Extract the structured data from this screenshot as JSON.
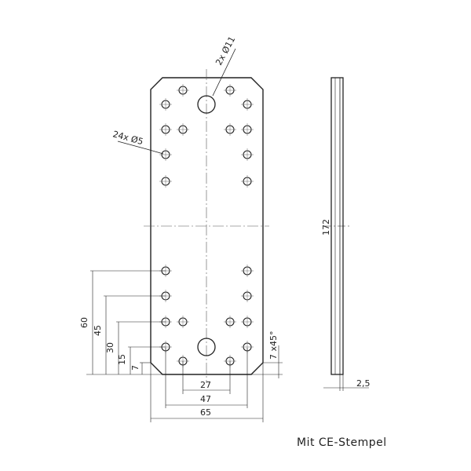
{
  "drawing": {
    "labels": {
      "hole_large": "2x Ø11",
      "hole_small": "24x Ø5",
      "dim_172": "172",
      "dim_2_5": "2,5",
      "dim_27": "27",
      "dim_47": "47",
      "dim_65": "65",
      "dim_60": "60",
      "dim_45": "45",
      "dim_30": "30",
      "dim_15": "15",
      "dim_7": "7",
      "chamfer": "7 x45°"
    },
    "caption": "Mit CE-Stempel"
  }
}
